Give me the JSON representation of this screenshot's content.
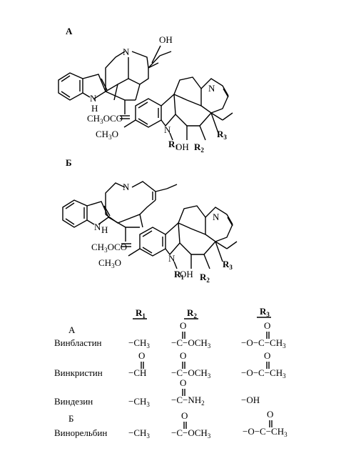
{
  "structure_a": {
    "label": "А",
    "OH": "OH",
    "N1": "N",
    "NH": "N",
    "H": "H",
    "N2": "N",
    "N3": "N",
    "methoxycarbonyl": "CH3OCO",
    "methoxy": "CH3O",
    "R1": "R1",
    "R2": "R2",
    "R3": "R3",
    "OH2": "OH"
  },
  "structure_b": {
    "label": "Б",
    "N1": "N",
    "NH": "N",
    "H": "H",
    "N2": "N",
    "N3": "N",
    "methoxycarbonyl": "CH3OCO",
    "methoxy": "CH3O",
    "R1": "R1",
    "R2": "R2",
    "R3": "R3",
    "OH": "OH"
  },
  "table": {
    "headers": [
      "R1",
      "R2",
      "R3"
    ],
    "group_a": "А",
    "group_b": "Б",
    "rows": [
      {
        "name": "Винбластин",
        "r1": "−CH3",
        "r2": "−C−OCH3",
        "r3": "−O−C−CH3"
      },
      {
        "name": "Винкристин",
        "r1": "−CH",
        "r2": "−C−OCH3",
        "r3": "−O−C−CH3"
      },
      {
        "name": "Виндезин",
        "r1": "−CH3",
        "r2": "−C−NH2",
        "r3": "−OH"
      },
      {
        "name": "Винорельбин",
        "r1": "−CH3",
        "r2": "−C−OCH3",
        "r3": "−O−C−CH3"
      }
    ],
    "O": "O"
  }
}
